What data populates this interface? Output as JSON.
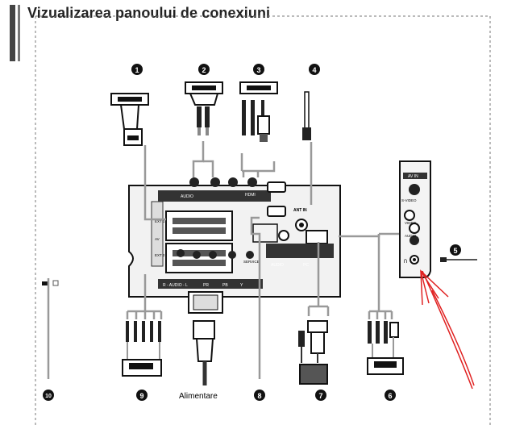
{
  "title": "Vizualizarea panoului de conexiuni",
  "markers": [
    "1",
    "2",
    "3",
    "4",
    "5",
    "6",
    "7",
    "8",
    "9",
    "10"
  ],
  "labels": {
    "power": "Alimentare",
    "ant_in": "ANT IN",
    "audio_pc": "AUDIO",
    "pc": "PC",
    "av_in": "AV IN",
    "s_video": "S-VIDEO",
    "video": "VIDEO",
    "audio": "AUDIO",
    "service": "SERVICE",
    "audio_l": "AUDIO",
    "hdmi": "HDMI",
    "ext1": "EXT 1",
    "ext2": "EXT 2",
    "av": "AV",
    "pr": "PR",
    "pb": "PB",
    "y": "Y",
    "r_audio_l": "R - AUDIO - L"
  },
  "colors": {
    "annotation_arrow": "#e02020",
    "panel_gray": "#cfcfcf",
    "marker_fill": "#111111"
  }
}
